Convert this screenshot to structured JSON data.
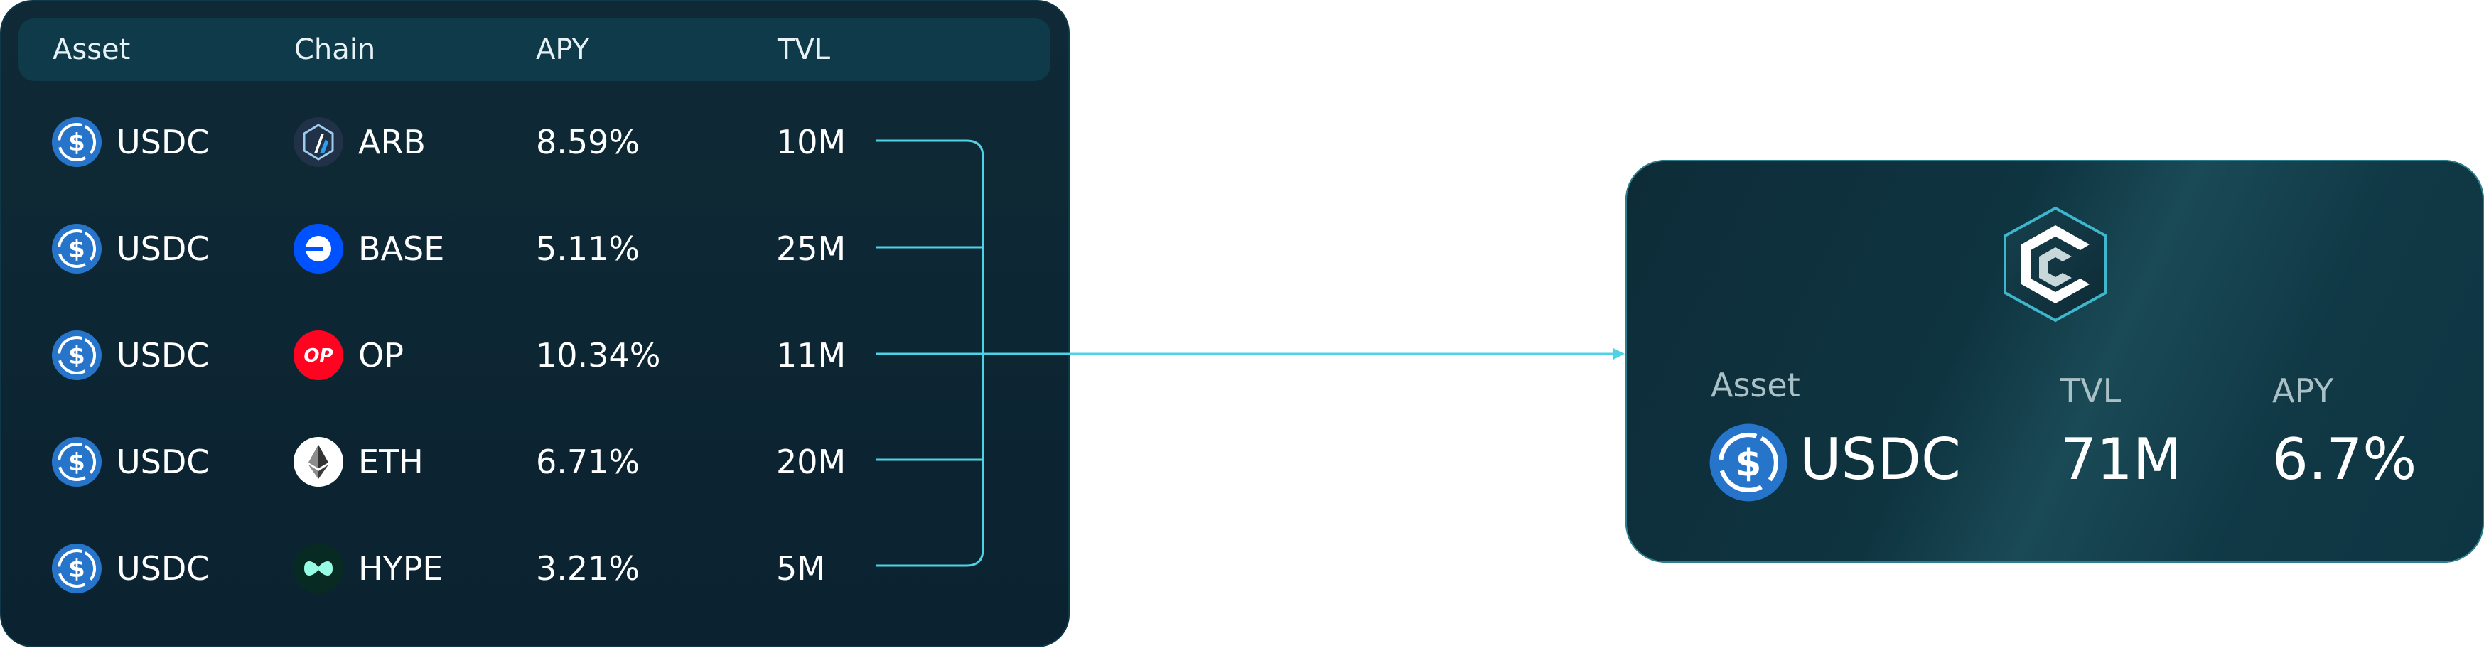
{
  "table": {
    "headers": {
      "asset": "Asset",
      "chain": "Chain",
      "apy": "APY",
      "tvl": "TVL"
    },
    "rows": [
      {
        "asset": "USDC",
        "chain": "ARB",
        "chain_icon": "arbitrum-icon",
        "apy": "8.59%",
        "tvl": "10M"
      },
      {
        "asset": "USDC",
        "chain": "BASE",
        "chain_icon": "base-icon",
        "apy": "5.11%",
        "tvl": "25M"
      },
      {
        "asset": "USDC",
        "chain": "OP",
        "chain_icon": "optimism-icon",
        "apy": "10.34%",
        "tvl": "11M"
      },
      {
        "asset": "USDC",
        "chain": "ETH",
        "chain_icon": "ethereum-icon",
        "apy": "6.71%",
        "tvl": "20M"
      },
      {
        "asset": "USDC",
        "chain": "HYPE",
        "chain_icon": "hyperliquid-icon",
        "apy": "3.21%",
        "tvl": "5M"
      }
    ]
  },
  "result": {
    "asset_label": "Asset",
    "asset_value": "USDC",
    "tvl_label": "TVL",
    "tvl_value": "71M",
    "apy_label": "APY",
    "apy_value": "6.7%",
    "logo_icon": "hexagon-c-logo-icon"
  },
  "icons": {
    "op_badge": "OP"
  },
  "colors": {
    "card_bg": "#0b2230",
    "header_bg": "#0f3a4a",
    "usdc_blue": "#2775ca",
    "connector": "#4fd1e6",
    "arb_bg": "#213147",
    "base_blue": "#0052ff",
    "op_red": "#ff0420",
    "hype_green": "#97fce4"
  }
}
